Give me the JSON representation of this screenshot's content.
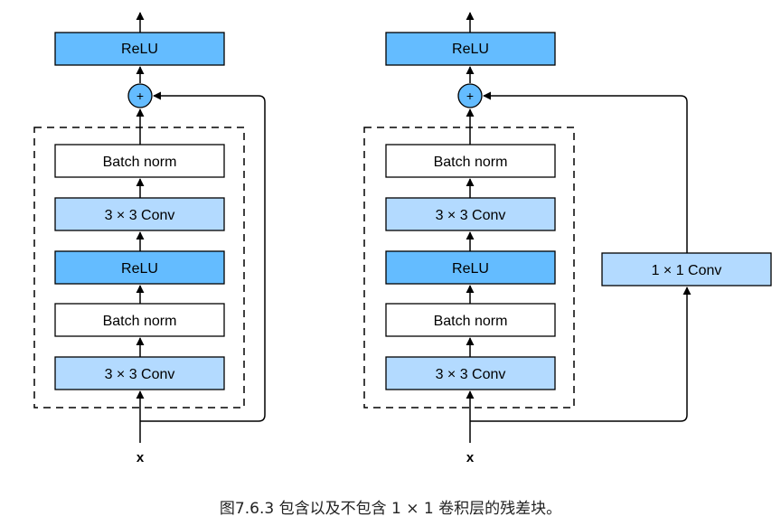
{
  "left_block": {
    "relu_top": "ReLU",
    "plus": "+",
    "batch_norm_upper": "Batch norm",
    "conv_upper": "3 × 3 Conv",
    "relu_mid": "ReLU",
    "batch_norm_lower": "Batch norm",
    "conv_lower": "3 × 3 Conv",
    "input": "x"
  },
  "right_block": {
    "relu_top": "ReLU",
    "plus": "+",
    "batch_norm_upper": "Batch norm",
    "conv_upper": "3 × 3 Conv",
    "relu_mid": "ReLU",
    "batch_norm_lower": "Batch norm",
    "conv_lower": "3 × 3 Conv",
    "shortcut_conv": "1 × 1 Conv",
    "input": "x"
  },
  "caption": "图7.6.3 包含以及不包含 1 × 1 卷积层的残差块。",
  "colors": {
    "relu": "#64bcff",
    "conv": "#b3daff",
    "batch_norm": "#ffffff",
    "plus_node": "#64bcff",
    "stroke": "#000000"
  }
}
